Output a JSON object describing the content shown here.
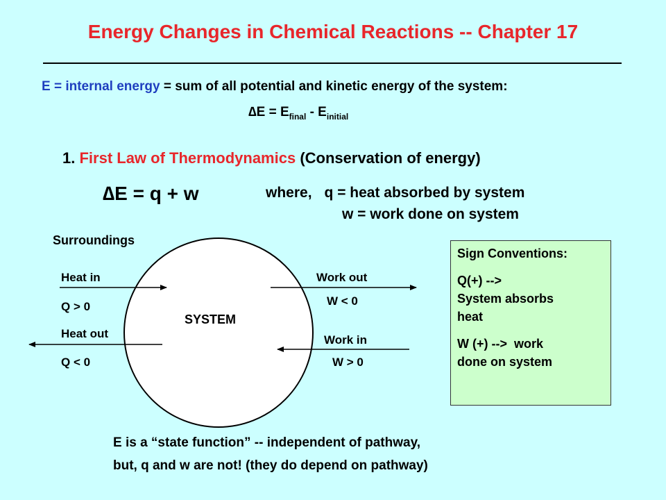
{
  "title": "Energy Changes in Chemical Reactions -- Chapter 17",
  "definition": {
    "term": "E = internal energy",
    "rest": " = sum of all potential and kinetic energy of the system:"
  },
  "delta_formula": {
    "lhs": "∆E = E",
    "final_sub": "final",
    "mid": " - E",
    "initial_sub": "initial"
  },
  "first_law": {
    "number": "1. ",
    "name": "First Law of Thermodynamics",
    "paren": " (Conservation of energy)"
  },
  "main_equation": "∆E = q + w",
  "where": {
    "prefix": "where,",
    "q_line": "q = heat absorbed by system",
    "w_line": "w = work done on system"
  },
  "diagram": {
    "surroundings": "Surroundings",
    "system": "SYSTEM",
    "heat_in": "Heat in",
    "q_pos": "Q > 0",
    "heat_out": "Heat out",
    "q_neg": "Q < 0",
    "work_out": "Work out",
    "w_neg": "W < 0",
    "work_in": "Work in",
    "w_pos": "W > 0"
  },
  "sign_box": {
    "heading": "Sign Conventions:",
    "q_rule_1": "Q(+) -->",
    "q_rule_2": "System absorbs",
    "q_rule_3": "heat",
    "w_rule_1": "W (+) -->  work",
    "w_rule_2": "done on system"
  },
  "state_function": {
    "line1": "E is a “state function” -- independent of pathway,",
    "line2": "but, q and w are not! (they do depend on pathway)"
  },
  "colors": {
    "background": "#ccffff",
    "title": "#e8262b",
    "term": "#1f3fbf",
    "box": "#ccffcc"
  }
}
